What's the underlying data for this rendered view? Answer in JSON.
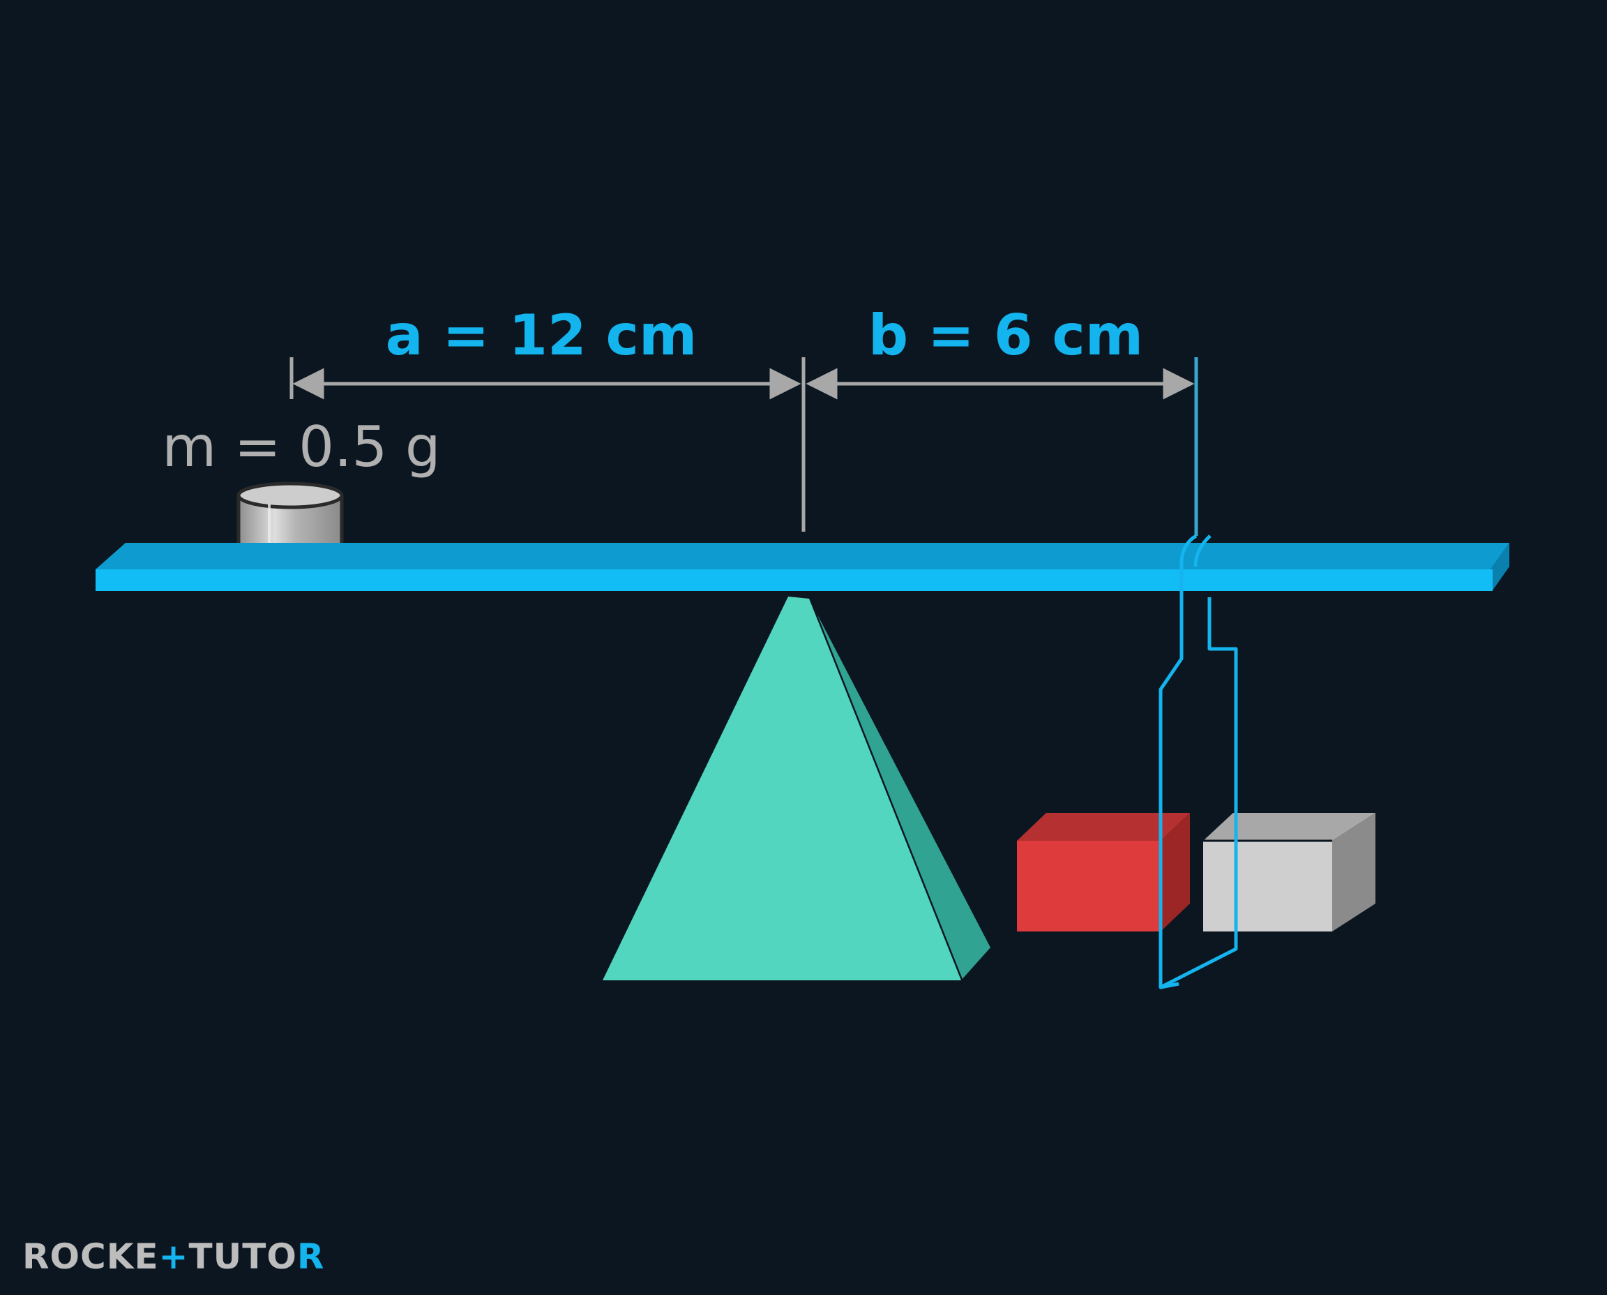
{
  "labels": {
    "distance_a": "a = 12 cm",
    "distance_b": "b = 6 cm",
    "mass": "m = 0.5 g"
  },
  "logo": {
    "part1": "ROCKE",
    "part2": "+",
    "part3": "TUTO",
    "part4": "R"
  },
  "colors": {
    "background": "#0b1620",
    "beam": "#12bdf5",
    "accent_blue": "#14b4ee",
    "dimension_gray": "#a8a8a8",
    "fulcrum": "#52d6c0",
    "fulcrum_side": "#31a393",
    "red_block": "#de3c3c",
    "gray_block": "#cfcfcf",
    "label_gray": "#b0b0b0"
  }
}
